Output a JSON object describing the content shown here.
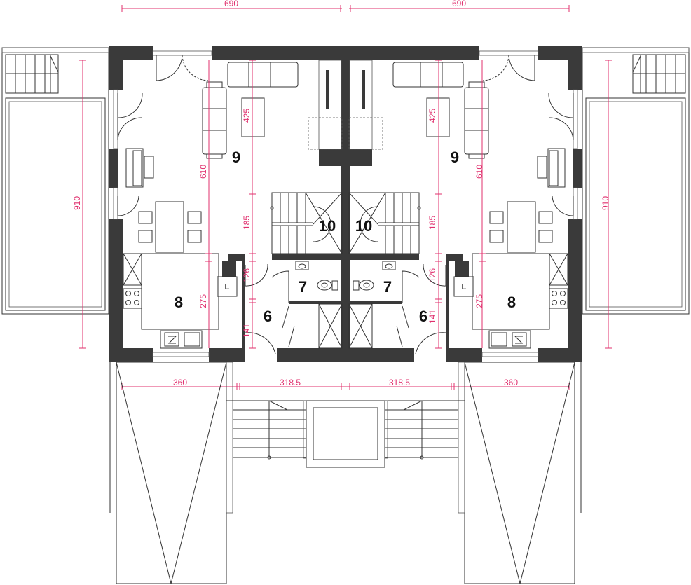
{
  "title": "Semi-detached house ground floor plan",
  "colors": {
    "walls": "#3a3a3a",
    "dimensions": "#e0306e",
    "lines": "#333333"
  },
  "dimensions": {
    "top_left": "690",
    "top_right": "690",
    "depth_left": "910",
    "depth_right": "910",
    "living_depth_left": "610",
    "living_depth_right": "610",
    "kitchen_depth_left": "275",
    "kitchen_depth_right": "275",
    "living_inner_left": "425",
    "living_inner_right": "425",
    "stair_left": "185",
    "stair_right": "185",
    "wc_left": "126",
    "wc_right": "126",
    "hall_left": "141",
    "hall_right": "141",
    "carport_left": "360",
    "carport_right": "360",
    "entry_left": "318.5",
    "entry_right": "318.5"
  },
  "rooms": {
    "left": {
      "living": "9",
      "stairs": "10",
      "wc": "7",
      "hall": "6",
      "kitchen": "8",
      "fridge_label": "L"
    },
    "right": {
      "living": "9",
      "stairs": "10",
      "wc": "7",
      "hall": "6",
      "kitchen": "8",
      "fridge_label": "L"
    }
  }
}
